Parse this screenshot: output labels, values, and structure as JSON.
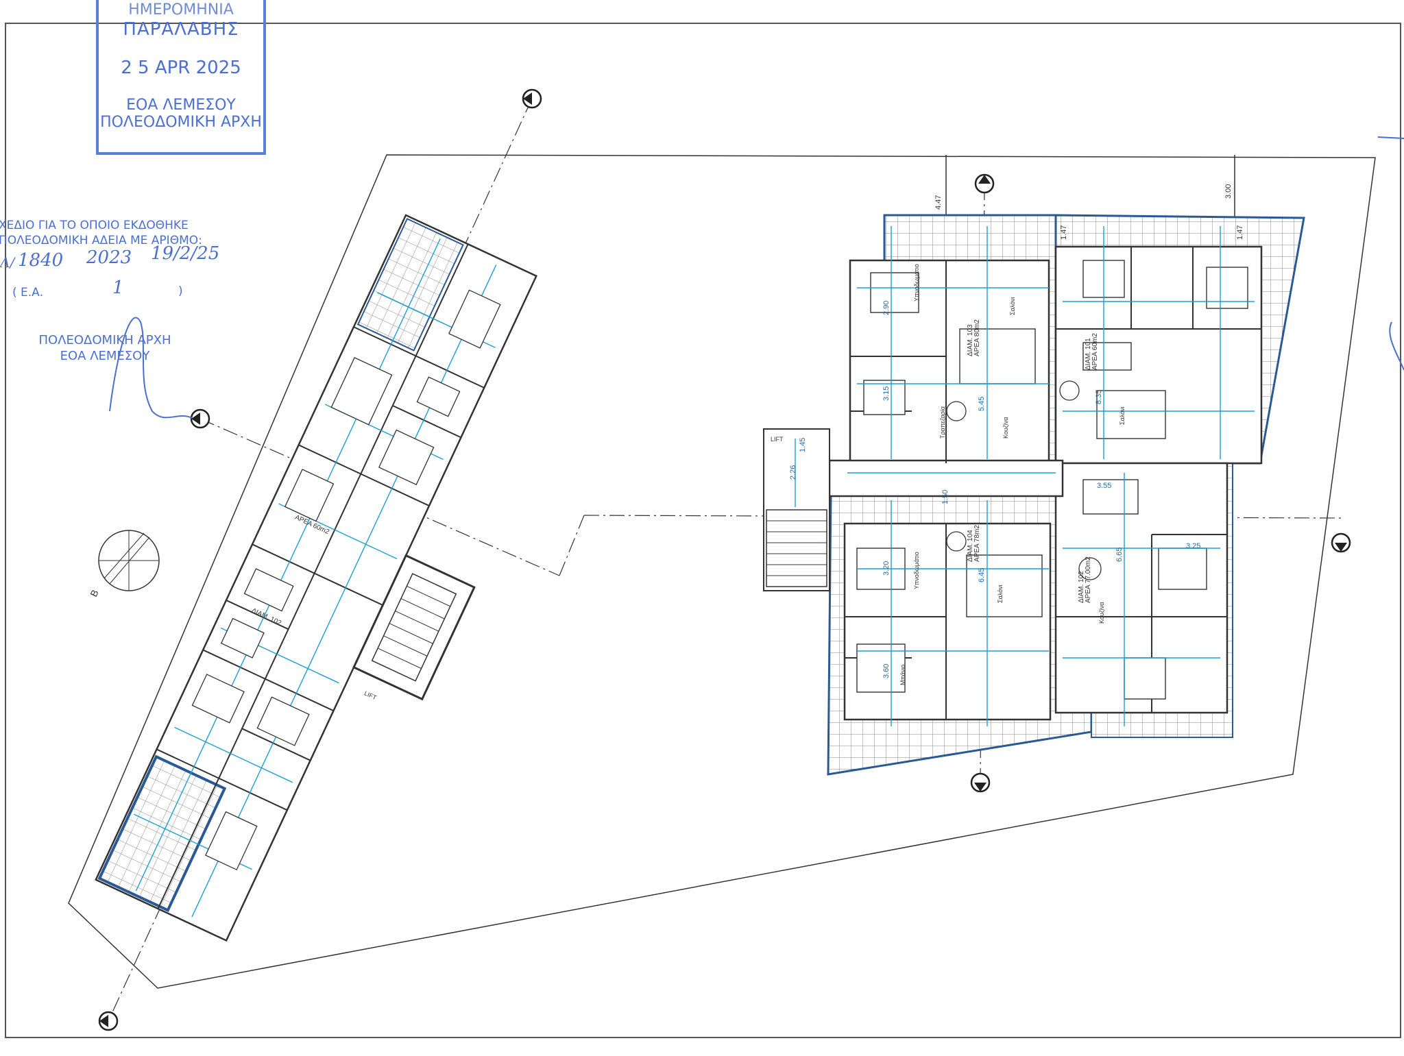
{
  "stamp": {
    "line1": "ΗΜΕΡΟΜΗΝΙΑ",
    "line2": "ΠΑΡΑΛΑΒΗΣ",
    "date": "2 5 APR 2025",
    "office": "ΕΟΑ ΛΕΜΕΣΟΥ",
    "authority": "ΠΟΛΕΟΔΟΜΙΚΗ ΑΡΧΗ"
  },
  "permit_note": {
    "line1": "ΧΕΔΙΟ ΓΙΑ ΤΟ ΟΠΟΙΟ ΕΚΔΟΘΗΚΕ",
    "line2": "ΠΟΛΕΟΔΟΜΙΚΗ ΑΔΕΙΑ ΜΕ ΑΡΙΘΜΟ:",
    "prefix": "Λ/",
    "number": "1840",
    "year": "2023",
    "date": "19/2/25",
    "ea_label": "( Ε.Α.",
    "ea_value": "1",
    "closing": ")"
  },
  "authority_note": {
    "line1": "ΠΟΛΕΟΔΟΜΙΚΗ ΑΡΧΗ",
    "line2": "ΕΟΑ ΛΕΜΕΣΟΥ"
  },
  "drawing": {
    "dimensions": [
      "4.47",
      "3.00",
      "1.47",
      "1.47",
      "5.45",
      "6.45",
      "8.35",
      "6.65",
      "3.55",
      "3.25",
      "3.20",
      "3.60",
      "2.90",
      "1.50",
      "3.15",
      "2.26",
      "1.45"
    ],
    "area_labels": [
      "ΑΡΕΑ 80m2",
      "ΑΡΕΑ 60m2",
      "ΑΡΕΑ 77.00m2",
      "ΑΡΕΑ 78m2"
    ],
    "apartment_labels": [
      "ΔΙΑΜ. 101",
      "ΔΙΑΜ. 102",
      "ΔΙΑΜ. 103",
      "ΔΙΑΜ. 104"
    ],
    "room_labels": [
      "Υπνοδωμάτιο",
      "Κουζίνα",
      "Σαλόνι",
      "Μπάνιο",
      "Τραπεζαρία"
    ],
    "north_label": "B",
    "lift_label": "LIFT"
  },
  "colors": {
    "stamp_blue": "#4a6fd0",
    "plan_blue": "#2a5a96",
    "dimension_blue": "#1a9fd6",
    "line_dark": "#3a3a3a"
  }
}
